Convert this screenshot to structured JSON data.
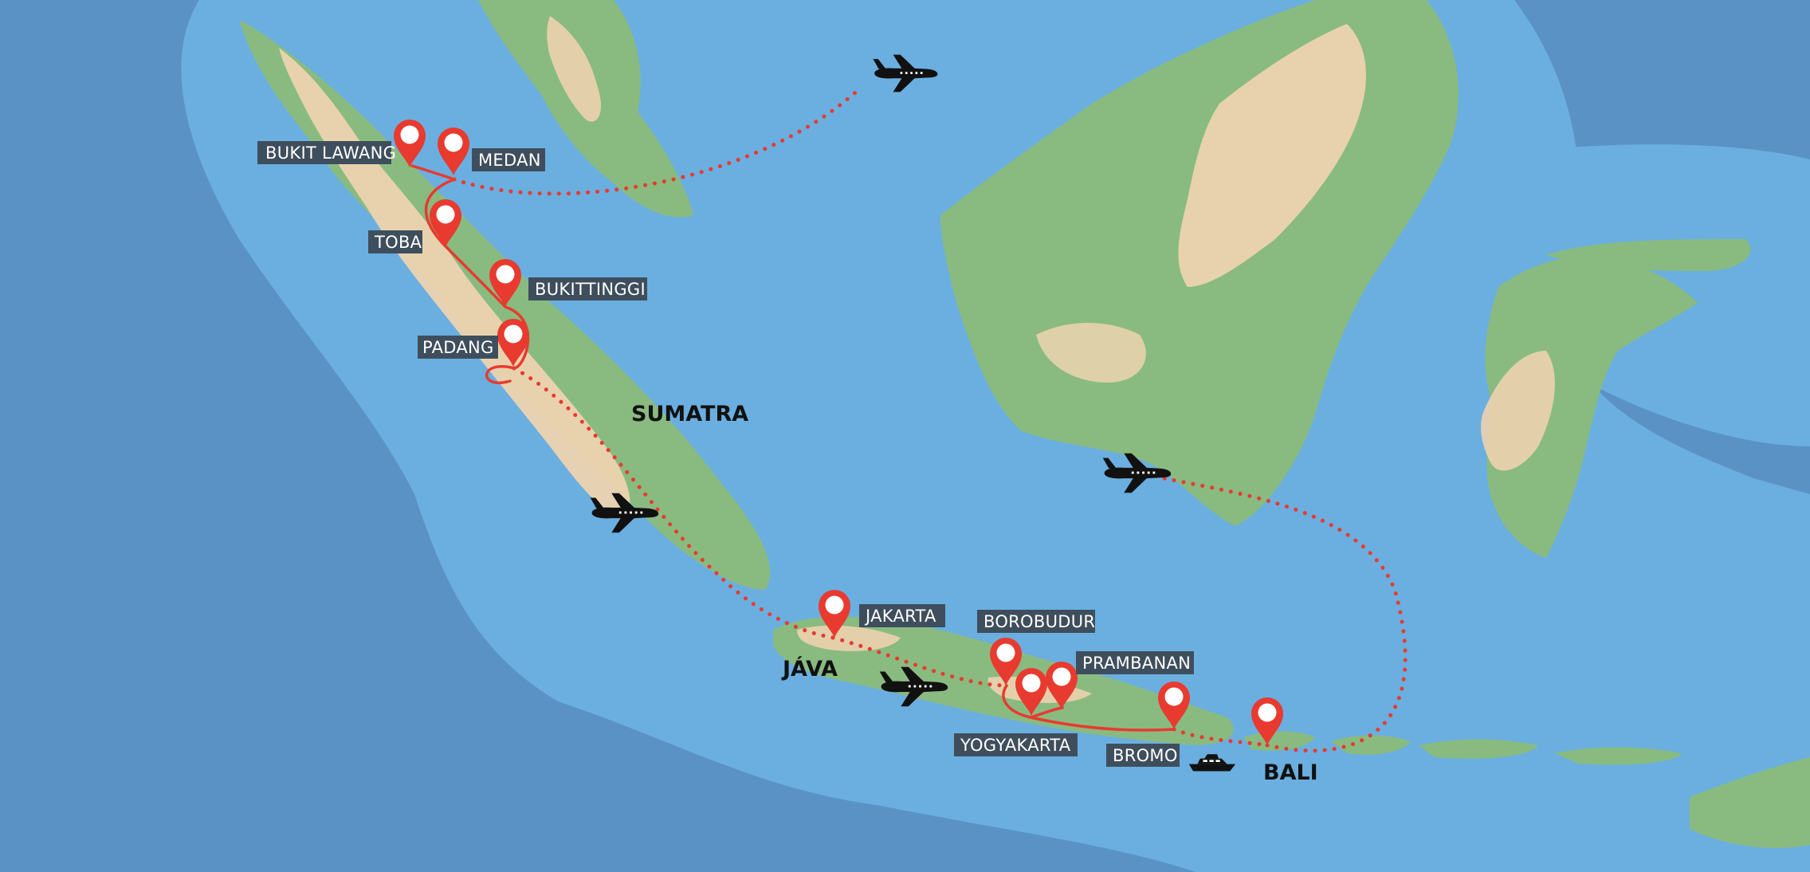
{
  "colors": {
    "deep_sea": "#5b92c6",
    "shallow_sea": "#6aafe0",
    "land": "#89bb80",
    "highland": "#edd3af",
    "peak": "#c99e87",
    "route": "#e83a2f",
    "label_bg": "#3f4e5c",
    "label_text": "#ffffff"
  },
  "regions": {
    "sumatra": "SUMATRA",
    "java": "JÁVA",
    "bali": "BALI"
  },
  "cities": {
    "bukit_lawang": "BUKIT LAWANG",
    "medan": "MEDAN",
    "toba": "TOBA",
    "bukittinggi": "BUKITTINGGI",
    "padang": "PADANG",
    "jakarta": "JAKARTA",
    "borobudur": "BOROBUDUR",
    "prambanan": "PRAMBANAN",
    "yogyakarta": "YOGYAKARTA",
    "bromo": "BROMO"
  },
  "icons": [
    "airplane-icon",
    "ferry-icon",
    "location-pin-icon"
  ]
}
